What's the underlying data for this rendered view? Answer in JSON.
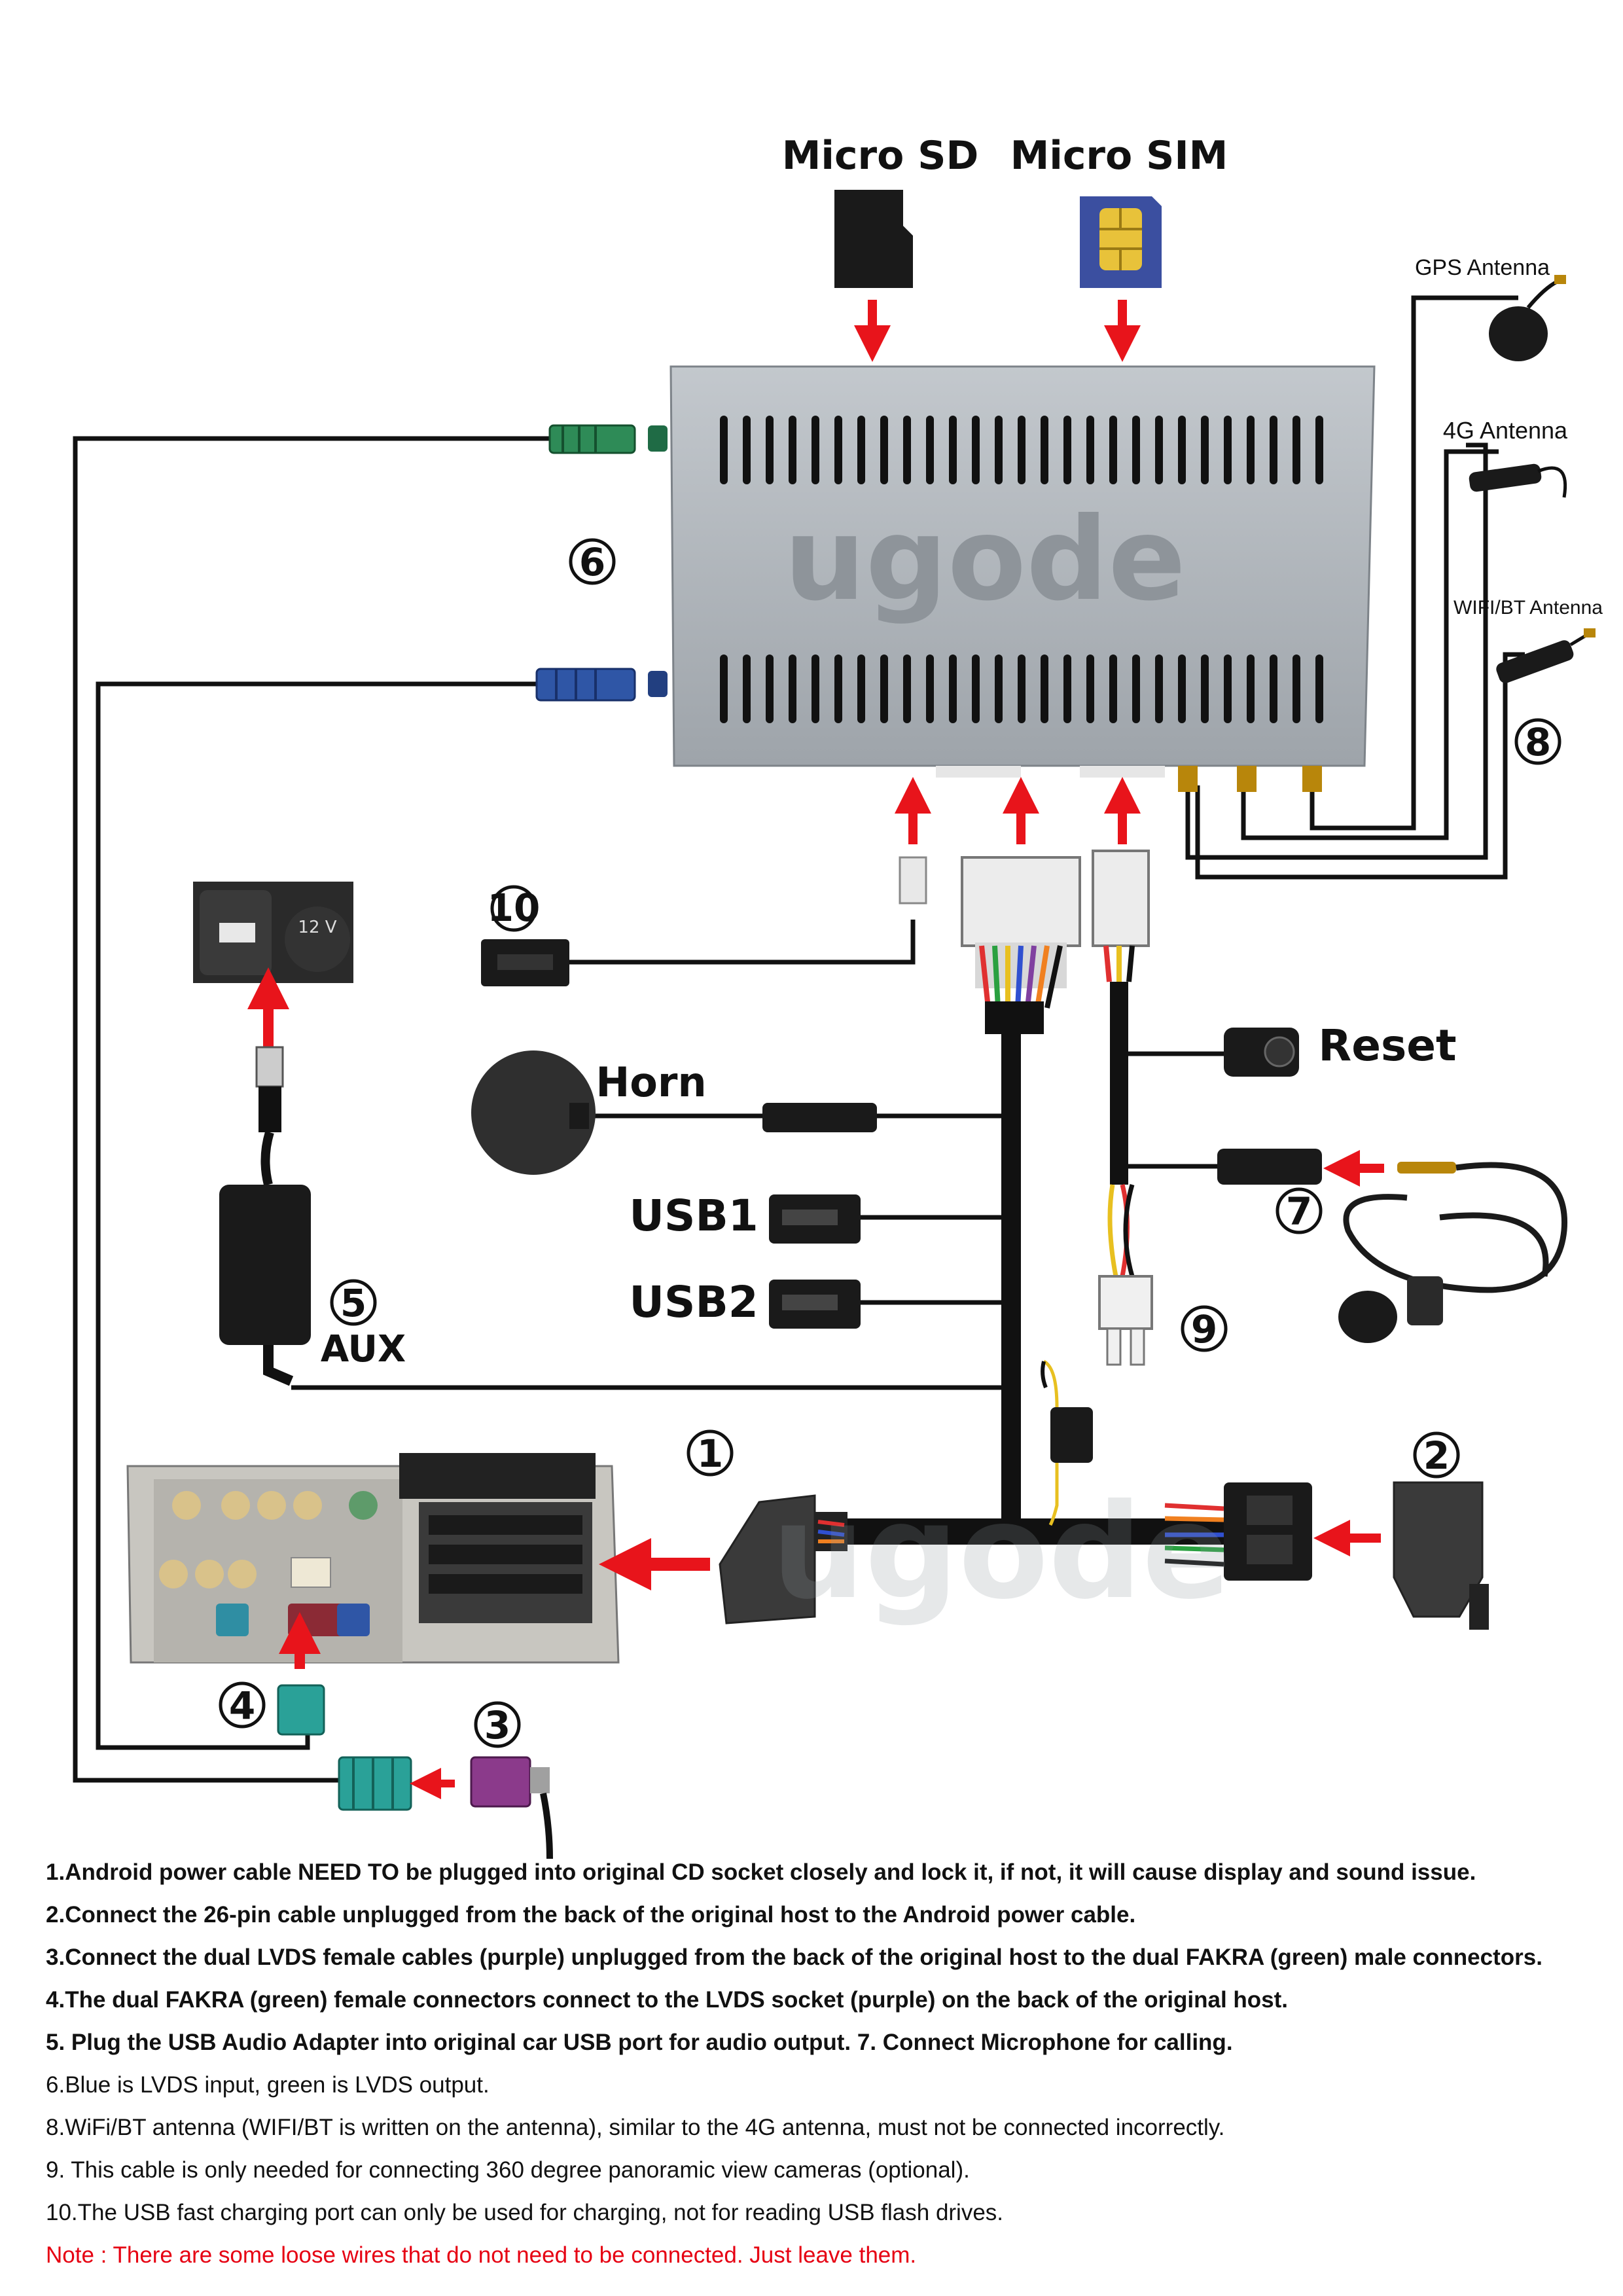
{
  "labels": {
    "micro_sd": "Micro SD",
    "micro_sim": "Micro SIM",
    "gps_antenna": "GPS Antenna",
    "antenna_4g": "4G Antenna",
    "wifi_bt_antenna": "WIFI/BT Antenna",
    "watermark": "ugode",
    "horn": "Horn",
    "reset": "Reset",
    "usb1": "USB1",
    "usb2": "USB2",
    "aux": "AUX",
    "port_text": "12 V"
  },
  "callouts": [
    "1",
    "2",
    "3",
    "4",
    "5",
    "6",
    "7",
    "8",
    "9",
    "10"
  ],
  "colors": {
    "arrow": "#e8141b",
    "box": "#a9afb5",
    "cable": "#111111",
    "fakra_green": "#2e8b57",
    "fakra_blue": "#2f56a6",
    "fakra_teal": "#2aa198",
    "lvds_purple": "#8b3a8b",
    "note_red": "#e60012"
  },
  "notes": [
    "1.Android power cable NEED TO be plugged into original CD socket closely and lock it, if not, it will cause display and sound issue.",
    "2.Connect the 26-pin cable unplugged from the back of the original host to the Android power cable.",
    "3.Connect the dual LVDS female cables (purple) unplugged from the back of the original host to the dual FAKRA (green) male connectors.",
    "4.The dual FAKRA (green) female connectors connect to the LVDS socket (purple) on the back of the original host.",
    "5. Plug the USB Audio Adapter into original car USB port for audio output. 7. Connect Microphone for calling.",
    "6.Blue is LVDS input, green is LVDS output.",
    "8.WiFi/BT antenna (WIFI/BT is written on the antenna), similar to the 4G antenna, must not be connected incorrectly.",
    "9. This cable is only needed for connecting 360 degree panoramic view cameras (optional).",
    "10.The USB fast charging port can only be used for charging, not for reading USB flash drives.",
    "Note :  There are some loose wires that do not need to be connected. Just leave them."
  ]
}
